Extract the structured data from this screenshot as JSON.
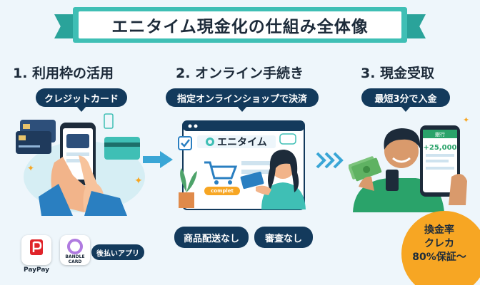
{
  "title": "エニタイム現金化の仕組み全体像",
  "steps": [
    {
      "title": "1. 利用枠の活用",
      "badge": "クレジットカード"
    },
    {
      "title": "2. オンライン手続き",
      "badge": "指定オンラインショップで決済"
    },
    {
      "title": "3. 現金受取",
      "badge": "最短3分で入金"
    }
  ],
  "step2_tags": [
    "商品配送なし",
    "審査なし"
  ],
  "apps": {
    "paypay": "PayPay",
    "bandle": "BANDLE CARD",
    "label": "後払いアプリ"
  },
  "screen": {
    "brand": "エニタイム",
    "button": "complet"
  },
  "phone3": {
    "header": "銀行",
    "amount": "+25,000"
  },
  "circle": {
    "line1": "換金率",
    "line2": "クレカ",
    "line3": "80%保証～"
  },
  "colors": {
    "navy": "#133a5c",
    "teal": "#3fbfb5",
    "orange": "#f7a623",
    "background": "#eef6fb"
  }
}
